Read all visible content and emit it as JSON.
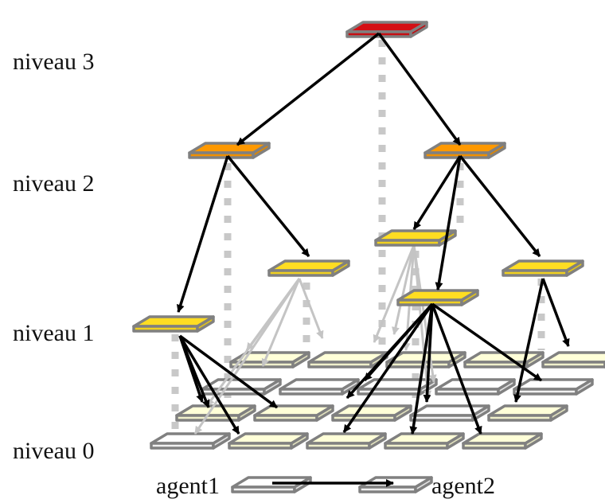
{
  "levels": {
    "niveau3": "niveau 3",
    "niveau2": "niveau 2",
    "niveau1": "niveau 1",
    "niveau0": "niveau 0"
  },
  "legend": {
    "agent1": "agent1",
    "agent2": "agent2"
  },
  "colors": {
    "level3": "#d40f14",
    "level2": "#ff9900",
    "level1": "#ffdd22",
    "level0_filled": "#ffffd8",
    "level0_empty": "#ffffff",
    "tile_edge": "#808080",
    "arrow_primary": "#000000",
    "arrow_secondary": "#c4c4c4",
    "projection_dots": "#c8c8c8"
  }
}
